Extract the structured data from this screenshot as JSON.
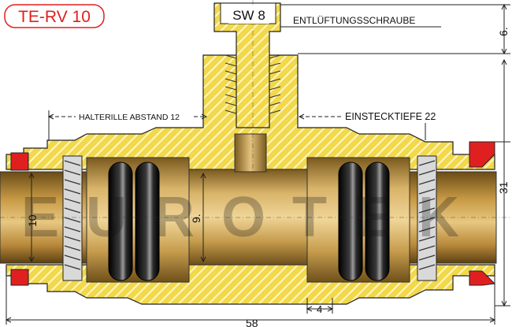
{
  "title": "TE-RV 10",
  "screw_label": "SW 8",
  "vent_screw_label": "ENTLÜFTUNGSSCHRAUBE",
  "retainer_spacing_label": "HALTERILLE ABSTAND 12",
  "insertion_depth_label": "EINSTECKTIEFE 22",
  "watermark": "EUROTEK",
  "dimensions": {
    "total_length": "58",
    "height": "31",
    "screw_height": "6.",
    "inner_diameter": "9.",
    "pipe_diameter": "10",
    "shoulder": "4"
  },
  "colors": {
    "brass": "#c8a35a",
    "brass_dark": "#8a6a28",
    "hatch": "#fdf6b0",
    "seal_red": "#e02020",
    "oring": "#111111",
    "title_red": "#e0201f"
  }
}
